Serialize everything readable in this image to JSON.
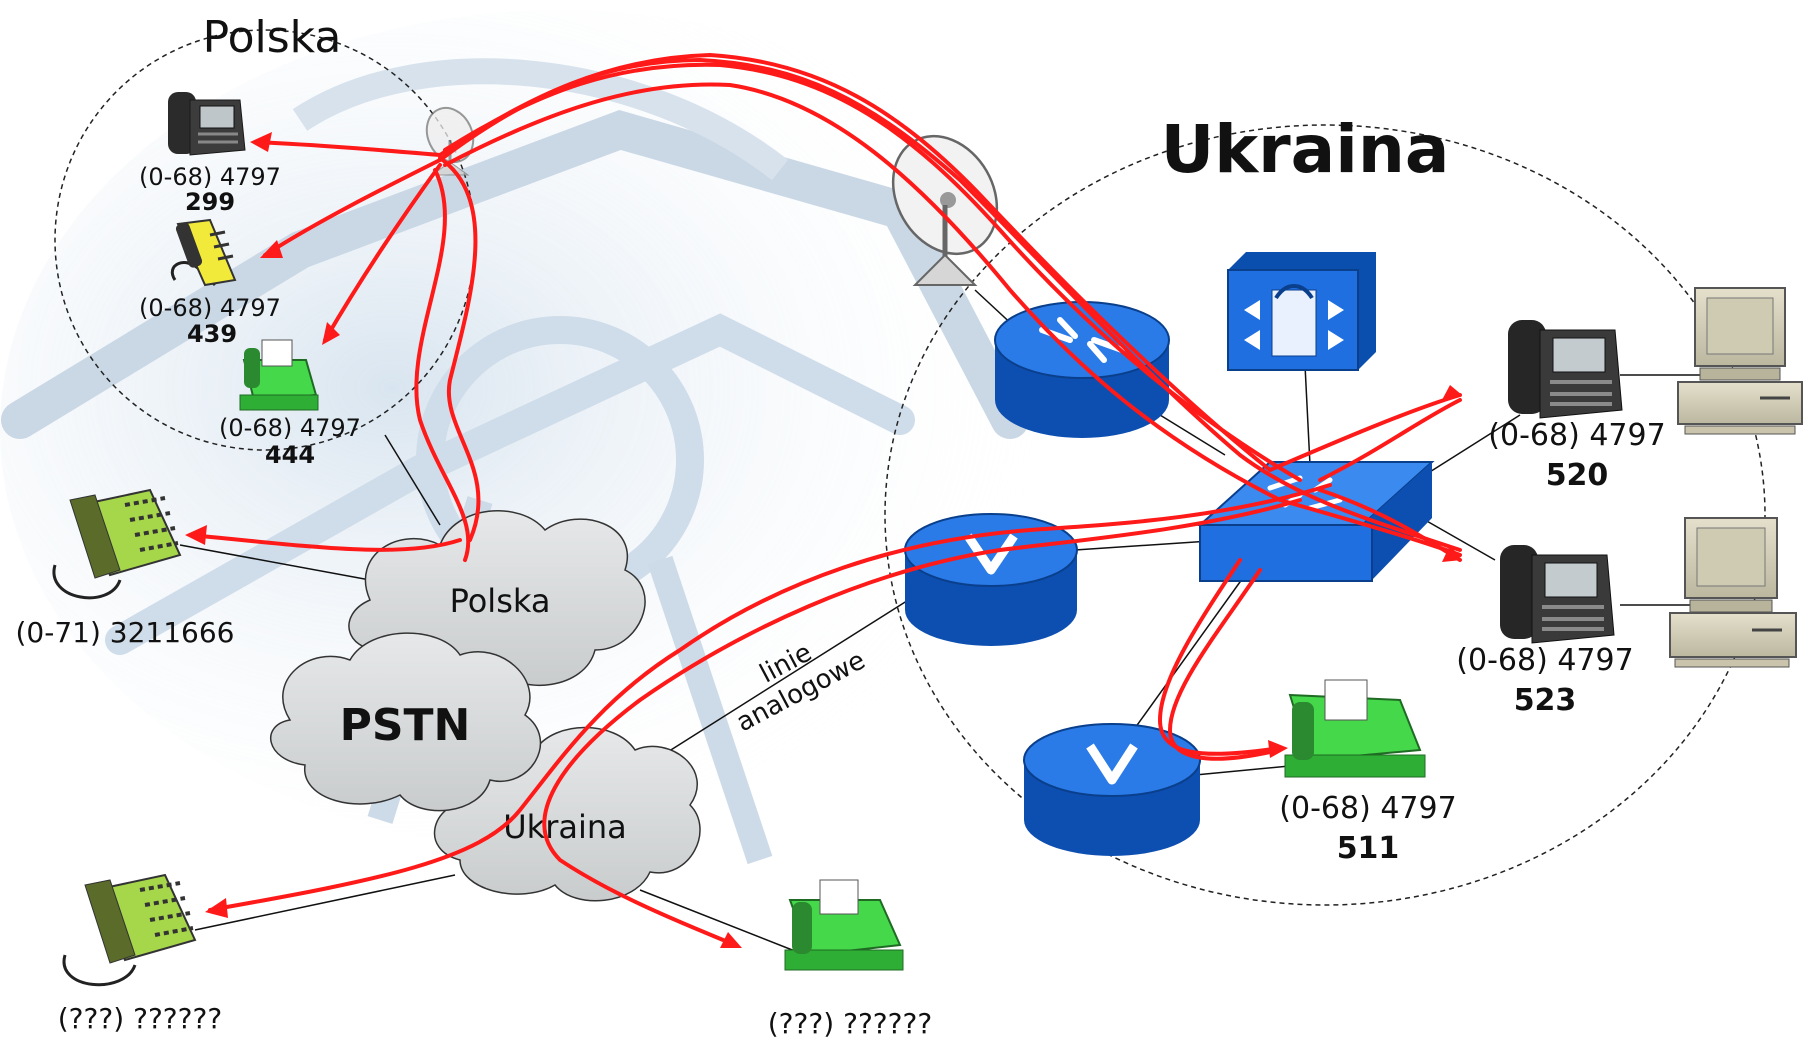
{
  "regions": {
    "polska": "Polska",
    "ukraina": "Ukraina"
  },
  "clouds": {
    "polska": "Polska",
    "pstn": "PSTN",
    "ukraina": "Ukraina"
  },
  "link_label": {
    "line1": "linie",
    "line2": "analogowe"
  },
  "devices": {
    "pl_phone_299": {
      "prefix": "(0-68) 4797",
      "ext": "299"
    },
    "pl_phone_439": {
      "prefix": "(0-68) 4797",
      "ext": "439"
    },
    "pl_fax_444": {
      "prefix": "(0-68) 4797",
      "ext": "444"
    },
    "pstn_phone_wroclaw": {
      "number": "(0-71) 3211666"
    },
    "unknown_phone": {
      "number": "(???) ??????"
    },
    "unknown_fax": {
      "number": "(???) ??????"
    },
    "ua_phone_520": {
      "prefix": "(0-68) 4797",
      "ext": "520"
    },
    "ua_phone_523": {
      "prefix": "(0-68) 4797",
      "ext": "523"
    },
    "ua_fax_511": {
      "prefix": "(0-68) 4797",
      "ext": "511"
    }
  },
  "colors": {
    "call_path": "#ff1a1a",
    "router": "#1e6fe0",
    "switch": "#2a7be8",
    "cloud": "#d8dadb",
    "phone_green": "#a6d64a",
    "fax_green": "#44d84a",
    "phone_yellow": "#f2ea3a"
  }
}
